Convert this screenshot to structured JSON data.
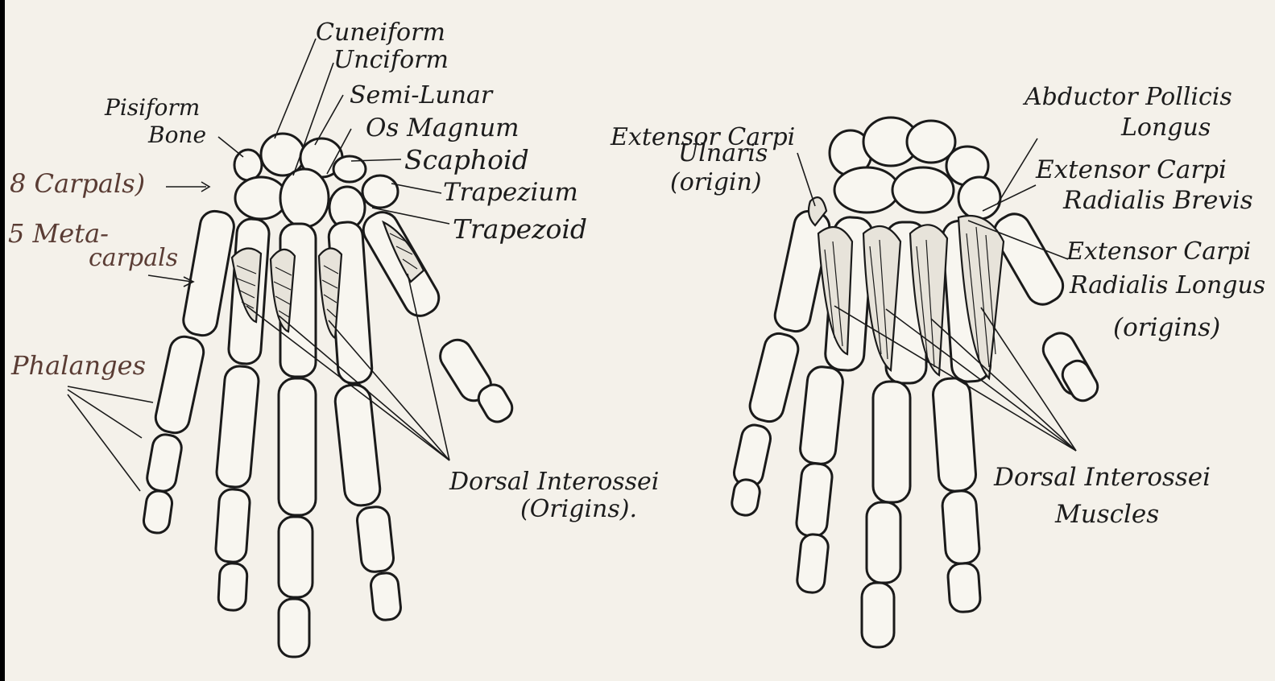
{
  "left_hand": {
    "labels": {
      "cuneiform": "Cuneiform",
      "unciform": "Unciform",
      "semi_lunar": "Semi-Lunar",
      "pisiform_1": "Pisiform",
      "pisiform_2": "Bone",
      "os_magnum": "Os Magnum",
      "scaphoid": "Scaphoid",
      "trapezium": "Trapezium",
      "trapezoid": "Trapezoid",
      "carpals": "8 Carpals)",
      "metacarpals_1": "5 Meta-",
      "metacarpals_2": "carpals",
      "phalanges": "Phalanges",
      "dorsal_origins_1": "Dorsal Interossei",
      "dorsal_origins_2": "(Origins)."
    }
  },
  "right_hand": {
    "labels": {
      "ecu_1": "Extensor Carpi",
      "ecu_2": "Ulnaris",
      "ecu_3": "(origin)",
      "apl_1": "Abductor Pollicis",
      "apl_2": "Longus",
      "ecrb_1": "Extensor Carpi",
      "ecrb_2": "Radialis Brevis",
      "ecrl_1": "Extensor Carpi",
      "ecrl_2": "Radialis Longus",
      "ecrl_3": "(origins)",
      "dim_1": "Dorsal Interossei",
      "dim_2": "Muscles"
    }
  },
  "colors": {
    "paper": "#f4f1ea",
    "ink": "#1a1a1a",
    "faded_ink": "#5a3c34",
    "frame": "#000000"
  }
}
